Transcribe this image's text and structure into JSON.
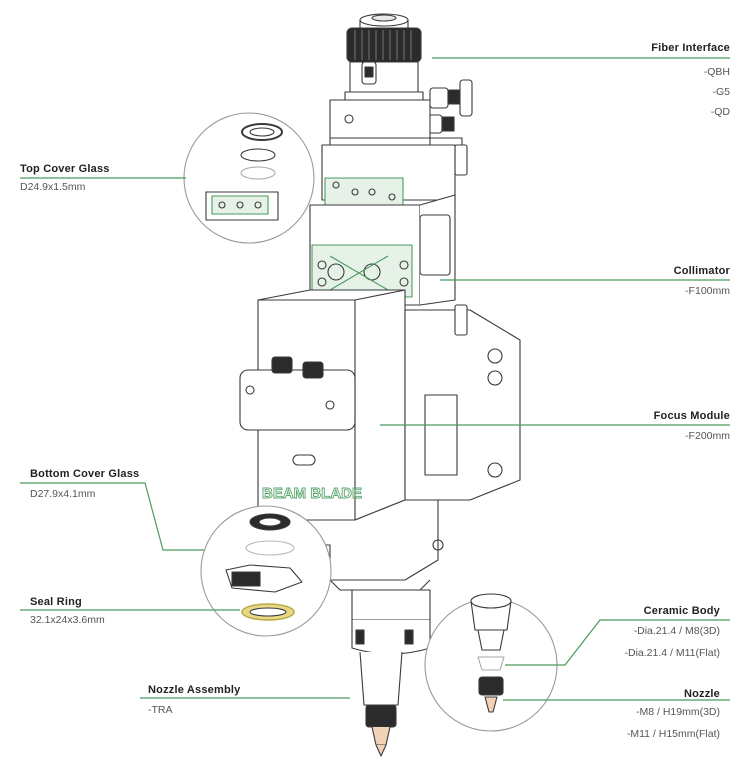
{
  "colors": {
    "leader": "#4a9a5e",
    "line_art": "#3a3a3a",
    "brand": "#5aa56b",
    "seal_ring": "#e8d985"
  },
  "brand": {
    "head_text": "BEAM BLADE"
  },
  "callouts": {
    "fiber_interface": {
      "title": "Fiber Interface",
      "specs": [
        "-QBH",
        "-G5",
        "-QD"
      ]
    },
    "top_cover_glass": {
      "title": "Top Cover Glass",
      "specs": [
        "D24.9x1.5mm"
      ]
    },
    "collimator": {
      "title": "Collimator",
      "specs": [
        "-F100mm"
      ]
    },
    "focus_module": {
      "title": "Focus Module",
      "specs": [
        "-F200mm"
      ]
    },
    "bottom_cover_glass": {
      "title": "Bottom Cover Glass",
      "specs": [
        "D27.9x4.1mm"
      ]
    },
    "seal_ring": {
      "title": "Seal Ring",
      "specs": [
        "32.1x24x3.6mm"
      ]
    },
    "ceramic_body": {
      "title": "Ceramic Body",
      "specs": [
        "-Dia.21.4 / M8(3D)",
        "-Dia.21.4 / M11(Flat)"
      ]
    },
    "nozzle_assembly": {
      "title": "Nozzle Assembly",
      "specs": [
        "-TRA"
      ]
    },
    "nozzle": {
      "title": "Nozzle",
      "specs": [
        "-M8 / H19mm(3D)",
        "-M11 / H15mm(Flat)"
      ]
    }
  }
}
